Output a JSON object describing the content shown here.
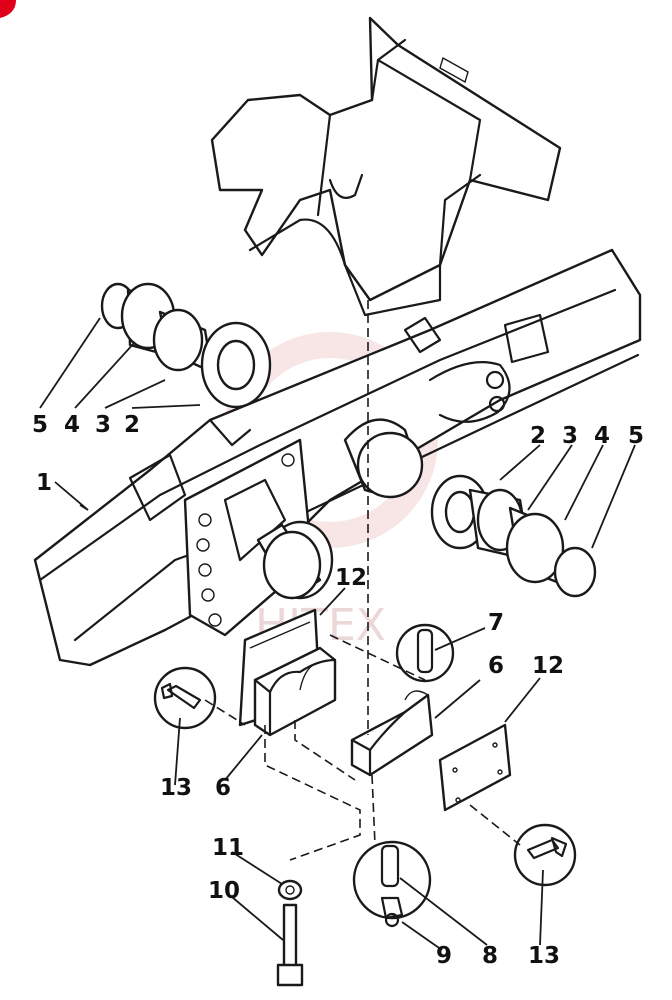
{
  "callouts": {
    "c1": "1",
    "c2_left": "2",
    "c3_left": "3",
    "c4_left": "4",
    "c5_left": "5",
    "c2_right": "2",
    "c3_right": "3",
    "c4_right": "4",
    "c5_right": "5",
    "c6_left": "6",
    "c6_right": "6",
    "c7": "7",
    "c8": "8",
    "c9": "9",
    "c10": "10",
    "c11": "11",
    "c12_left": "12",
    "c12_right": "12",
    "c13_left": "13",
    "c13_right": "13"
  },
  "watermark": "HITEX",
  "colors": {
    "line": "#1a1a1a",
    "background": "#ffffff",
    "watermark": "#d9b0b0",
    "corner_mark": "#e0001a"
  }
}
